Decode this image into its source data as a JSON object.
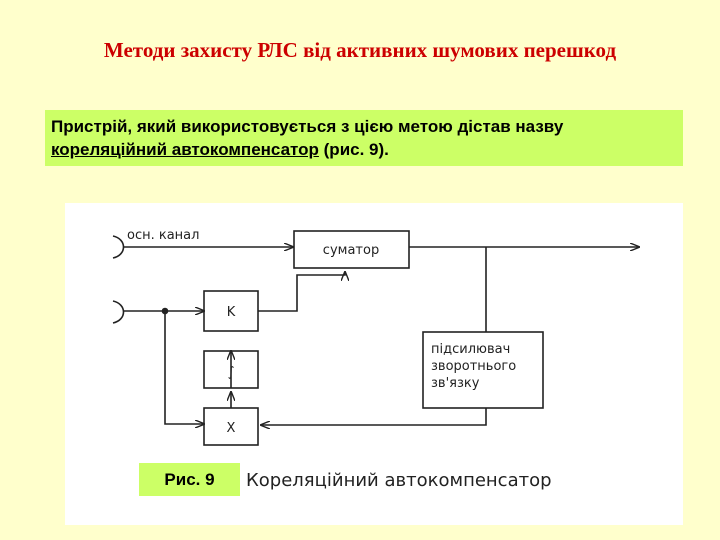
{
  "title": "Методи захисту РЛС від активних шумових перешкод",
  "note": {
    "prefix": "Пристрій, який використовується з цією метою дістав назву ",
    "term": "кореляційний автокомпенсатор",
    "suffix": " (рис. 9)."
  },
  "diagram": {
    "main_channel_label": "осн. канал",
    "summator": "суматор",
    "k_block": "K",
    "integrator_symbol": "∫",
    "multiplier": "X",
    "amplifier_lines": [
      "підсилювач",
      "зворотнього",
      "зв'язку"
    ]
  },
  "caption": {
    "figure": "Рис. 9",
    "text": "Кореляційний автокомпенсатор"
  }
}
